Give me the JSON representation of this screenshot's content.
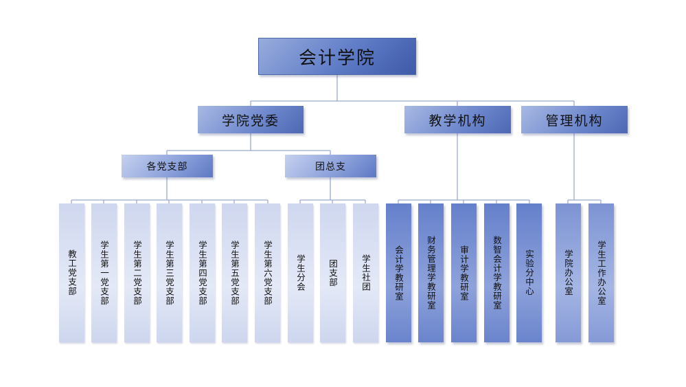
{
  "root": "会计学院",
  "level1": {
    "party": "学院党委",
    "teaching": "教学机构",
    "management": "管理机构"
  },
  "level2": {
    "branches": "各党支部",
    "league": "团总支"
  },
  "party_branches": [
    "教工党支部",
    "学生第一党支部",
    "学生第二党支部",
    "学生第三党支部",
    "学生第四党支部",
    "学生第五党支部",
    "学生第六党支部"
  ],
  "league_units": [
    "学生分会",
    "团支部",
    "学生社团"
  ],
  "teaching_units": [
    "会计学教研室",
    "财务管理学教研室",
    "审计学教研室",
    "数智会计学教研室",
    "实验分中心"
  ],
  "management_units": [
    "学院办公室",
    "学生工作办公室"
  ],
  "colors": {
    "line": "#9aa8d4"
  }
}
